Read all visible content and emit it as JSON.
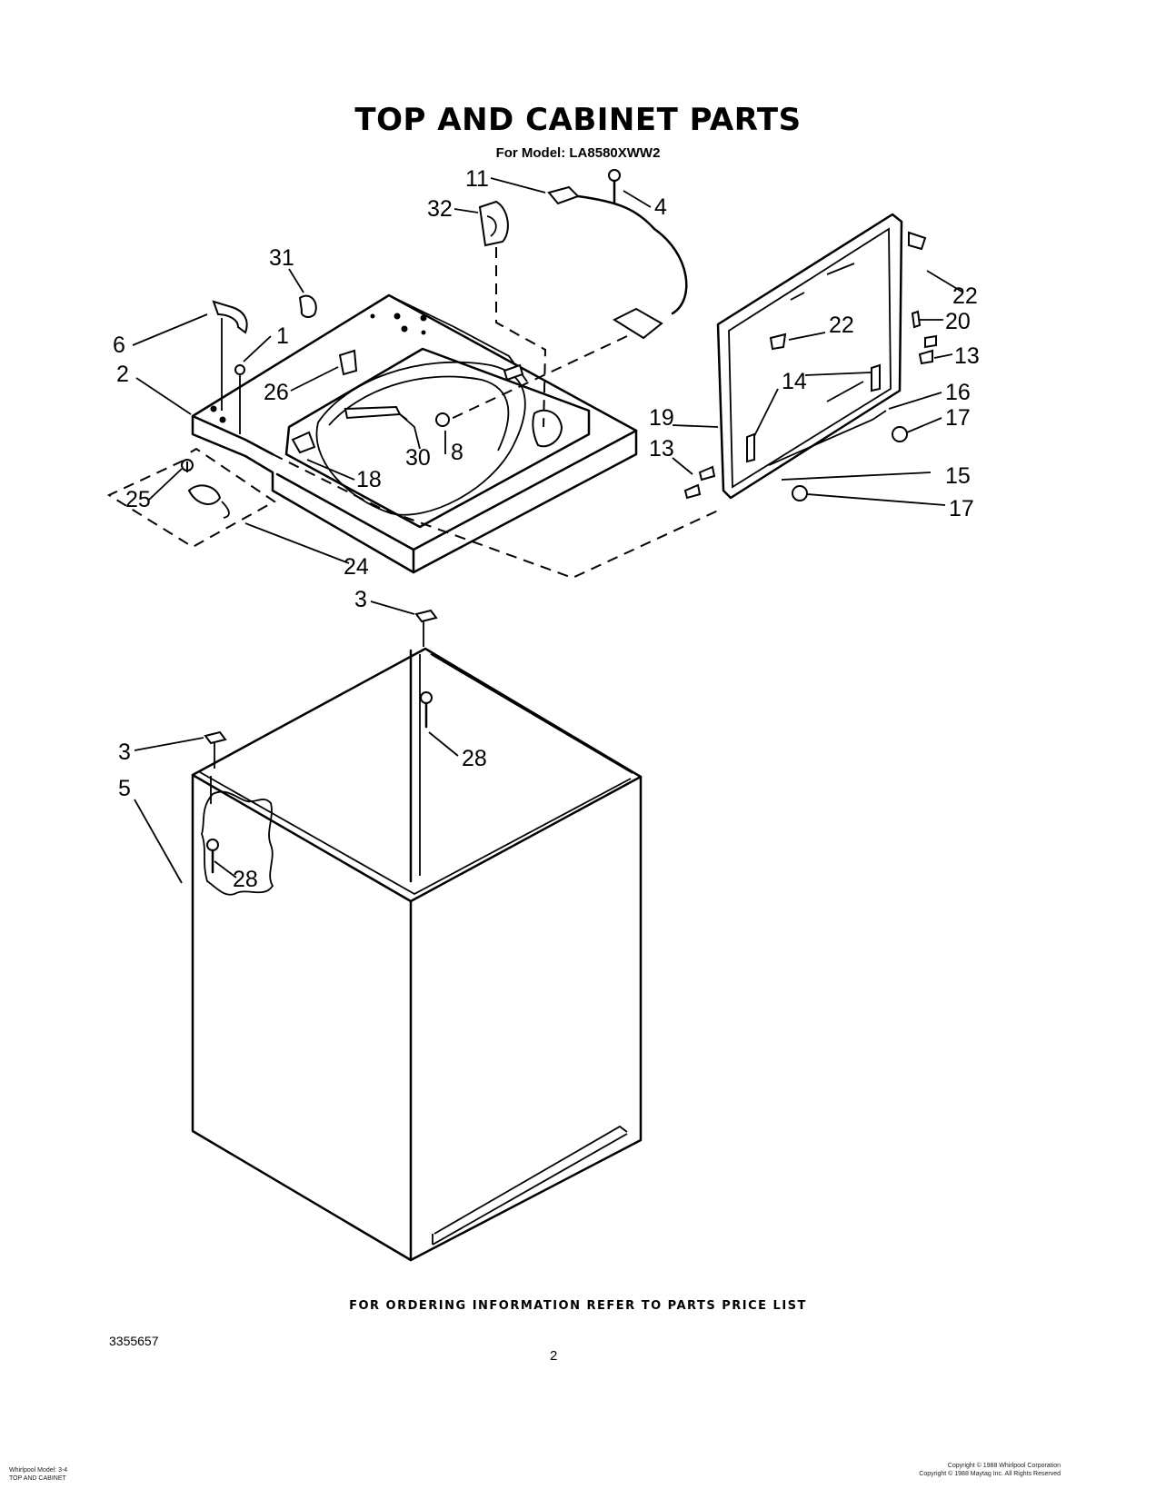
{
  "title": "TOP AND CABINET PARTS",
  "subtitle": "For Model: LA8580XWW2",
  "footer_note": "FOR ORDERING INFORMATION REFER TO PARTS PRICE LIST",
  "doc_number": "3355657",
  "page_number": "2",
  "small_left": [
    "Whirlpool Model: 3-4",
    "TOP AND CABINET"
  ],
  "small_right": [
    "Copyright © 1988 Whirlpool Corporation",
    "Copyright © 1988 Maytag Inc. All Rights Reserved"
  ],
  "callouts": {
    "c11": "11",
    "c4": "4",
    "c32": "32",
    "c31": "31",
    "c22a": "22",
    "c22b": "22",
    "c20": "20",
    "c6": "6",
    "c1": "1",
    "c13a": "13",
    "c2": "2",
    "c14": "14",
    "c26": "26",
    "c16": "16",
    "c17a": "17",
    "c19": "19",
    "c30": "30",
    "c8": "8",
    "c13b": "13",
    "c18": "18",
    "c15": "15",
    "c25": "25",
    "c17b": "17",
    "c24": "24",
    "c3a": "3",
    "c28a": "28",
    "c3b": "3",
    "c5": "5",
    "c28b": "28"
  }
}
